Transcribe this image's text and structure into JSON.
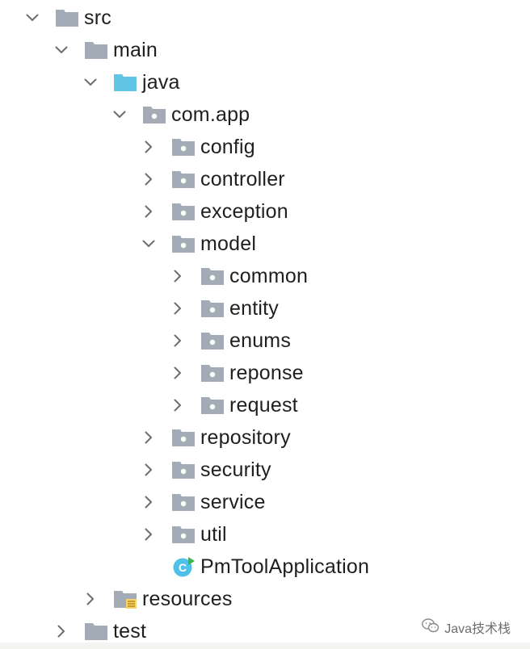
{
  "tree": [
    {
      "label": "src",
      "depth": 0,
      "expanded": true,
      "icon": "folder-icon"
    },
    {
      "label": "main",
      "depth": 1,
      "expanded": true,
      "icon": "folder-icon"
    },
    {
      "label": "java",
      "depth": 2,
      "expanded": true,
      "icon": "source-root-folder-icon"
    },
    {
      "label": "com.app",
      "depth": 3,
      "expanded": true,
      "icon": "package-folder-icon"
    },
    {
      "label": "config",
      "depth": 4,
      "expanded": false,
      "icon": "package-folder-icon"
    },
    {
      "label": "controller",
      "depth": 4,
      "expanded": false,
      "icon": "package-folder-icon"
    },
    {
      "label": "exception",
      "depth": 4,
      "expanded": false,
      "icon": "package-folder-icon"
    },
    {
      "label": "model",
      "depth": 4,
      "expanded": true,
      "icon": "package-folder-icon"
    },
    {
      "label": "common",
      "depth": 5,
      "expanded": false,
      "icon": "package-folder-icon"
    },
    {
      "label": "entity",
      "depth": 5,
      "expanded": false,
      "icon": "package-folder-icon"
    },
    {
      "label": "enums",
      "depth": 5,
      "expanded": false,
      "icon": "package-folder-icon"
    },
    {
      "label": "reponse",
      "depth": 5,
      "expanded": false,
      "icon": "package-folder-icon"
    },
    {
      "label": "request",
      "depth": 5,
      "expanded": false,
      "icon": "package-folder-icon"
    },
    {
      "label": "repository",
      "depth": 4,
      "expanded": false,
      "icon": "package-folder-icon"
    },
    {
      "label": "security",
      "depth": 4,
      "expanded": false,
      "icon": "package-folder-icon"
    },
    {
      "label": "service",
      "depth": 4,
      "expanded": false,
      "icon": "package-folder-icon"
    },
    {
      "label": "util",
      "depth": 4,
      "expanded": false,
      "icon": "package-folder-icon"
    },
    {
      "label": "PmToolApplication",
      "depth": 4,
      "leaf": true,
      "icon": "java-class-icon"
    },
    {
      "label": "resources",
      "depth": 2,
      "expanded": false,
      "icon": "resources-folder-icon"
    },
    {
      "label": "test",
      "depth": 1,
      "expanded": false,
      "icon": "folder-icon"
    }
  ],
  "watermark": {
    "text": "Java技术栈",
    "icon": "wechat-icon"
  },
  "colors": {
    "folder": "#a3acb6",
    "folder_dark": "#8f98a3",
    "source_folder": "#62c4e6",
    "class_circle": "#4fc1e9",
    "run_arrow": "#3ab54a",
    "chevron": "#6e6e6e",
    "text": "#1f1f1f"
  }
}
